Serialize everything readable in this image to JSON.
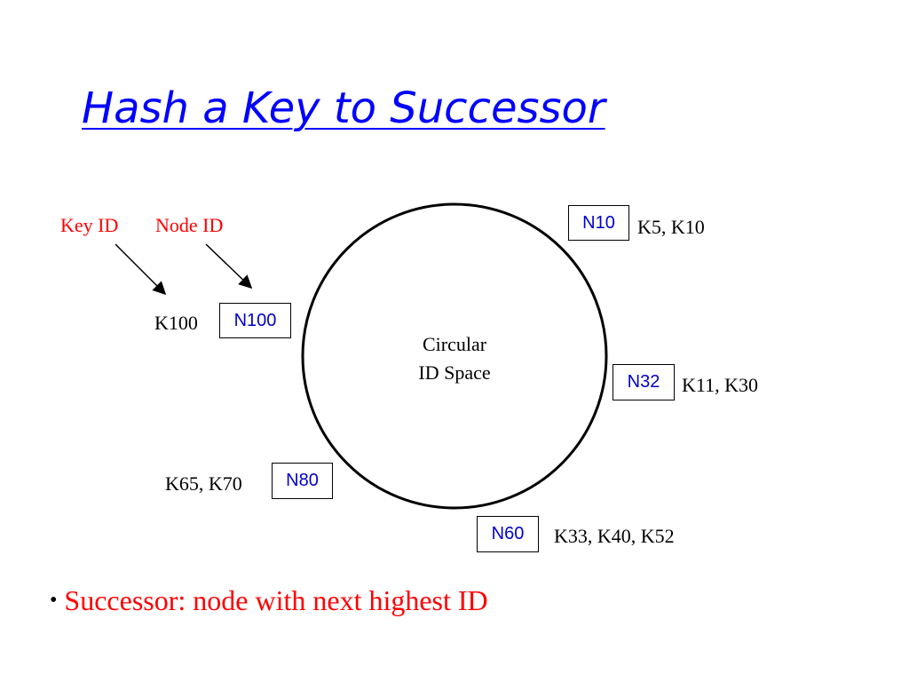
{
  "title": "Hash a Key to Successor",
  "labels": {
    "key_id": "Key ID",
    "node_id": "Node ID"
  },
  "center": {
    "line1": "Circular",
    "line2": "ID Space"
  },
  "nodes": [
    {
      "id": "N10",
      "keys": "K5, K10"
    },
    {
      "id": "N100",
      "keys": "K100"
    },
    {
      "id": "N32",
      "keys": "K11, K30"
    },
    {
      "id": "N80",
      "keys": "K65, K70"
    },
    {
      "id": "N60",
      "keys": "K33, K40, K52"
    }
  ],
  "bullet": "Successor: node with next highest ID",
  "colors": {
    "title": "#0000ff",
    "node_text": "#0000cc",
    "emphasis": "#ff0000"
  }
}
